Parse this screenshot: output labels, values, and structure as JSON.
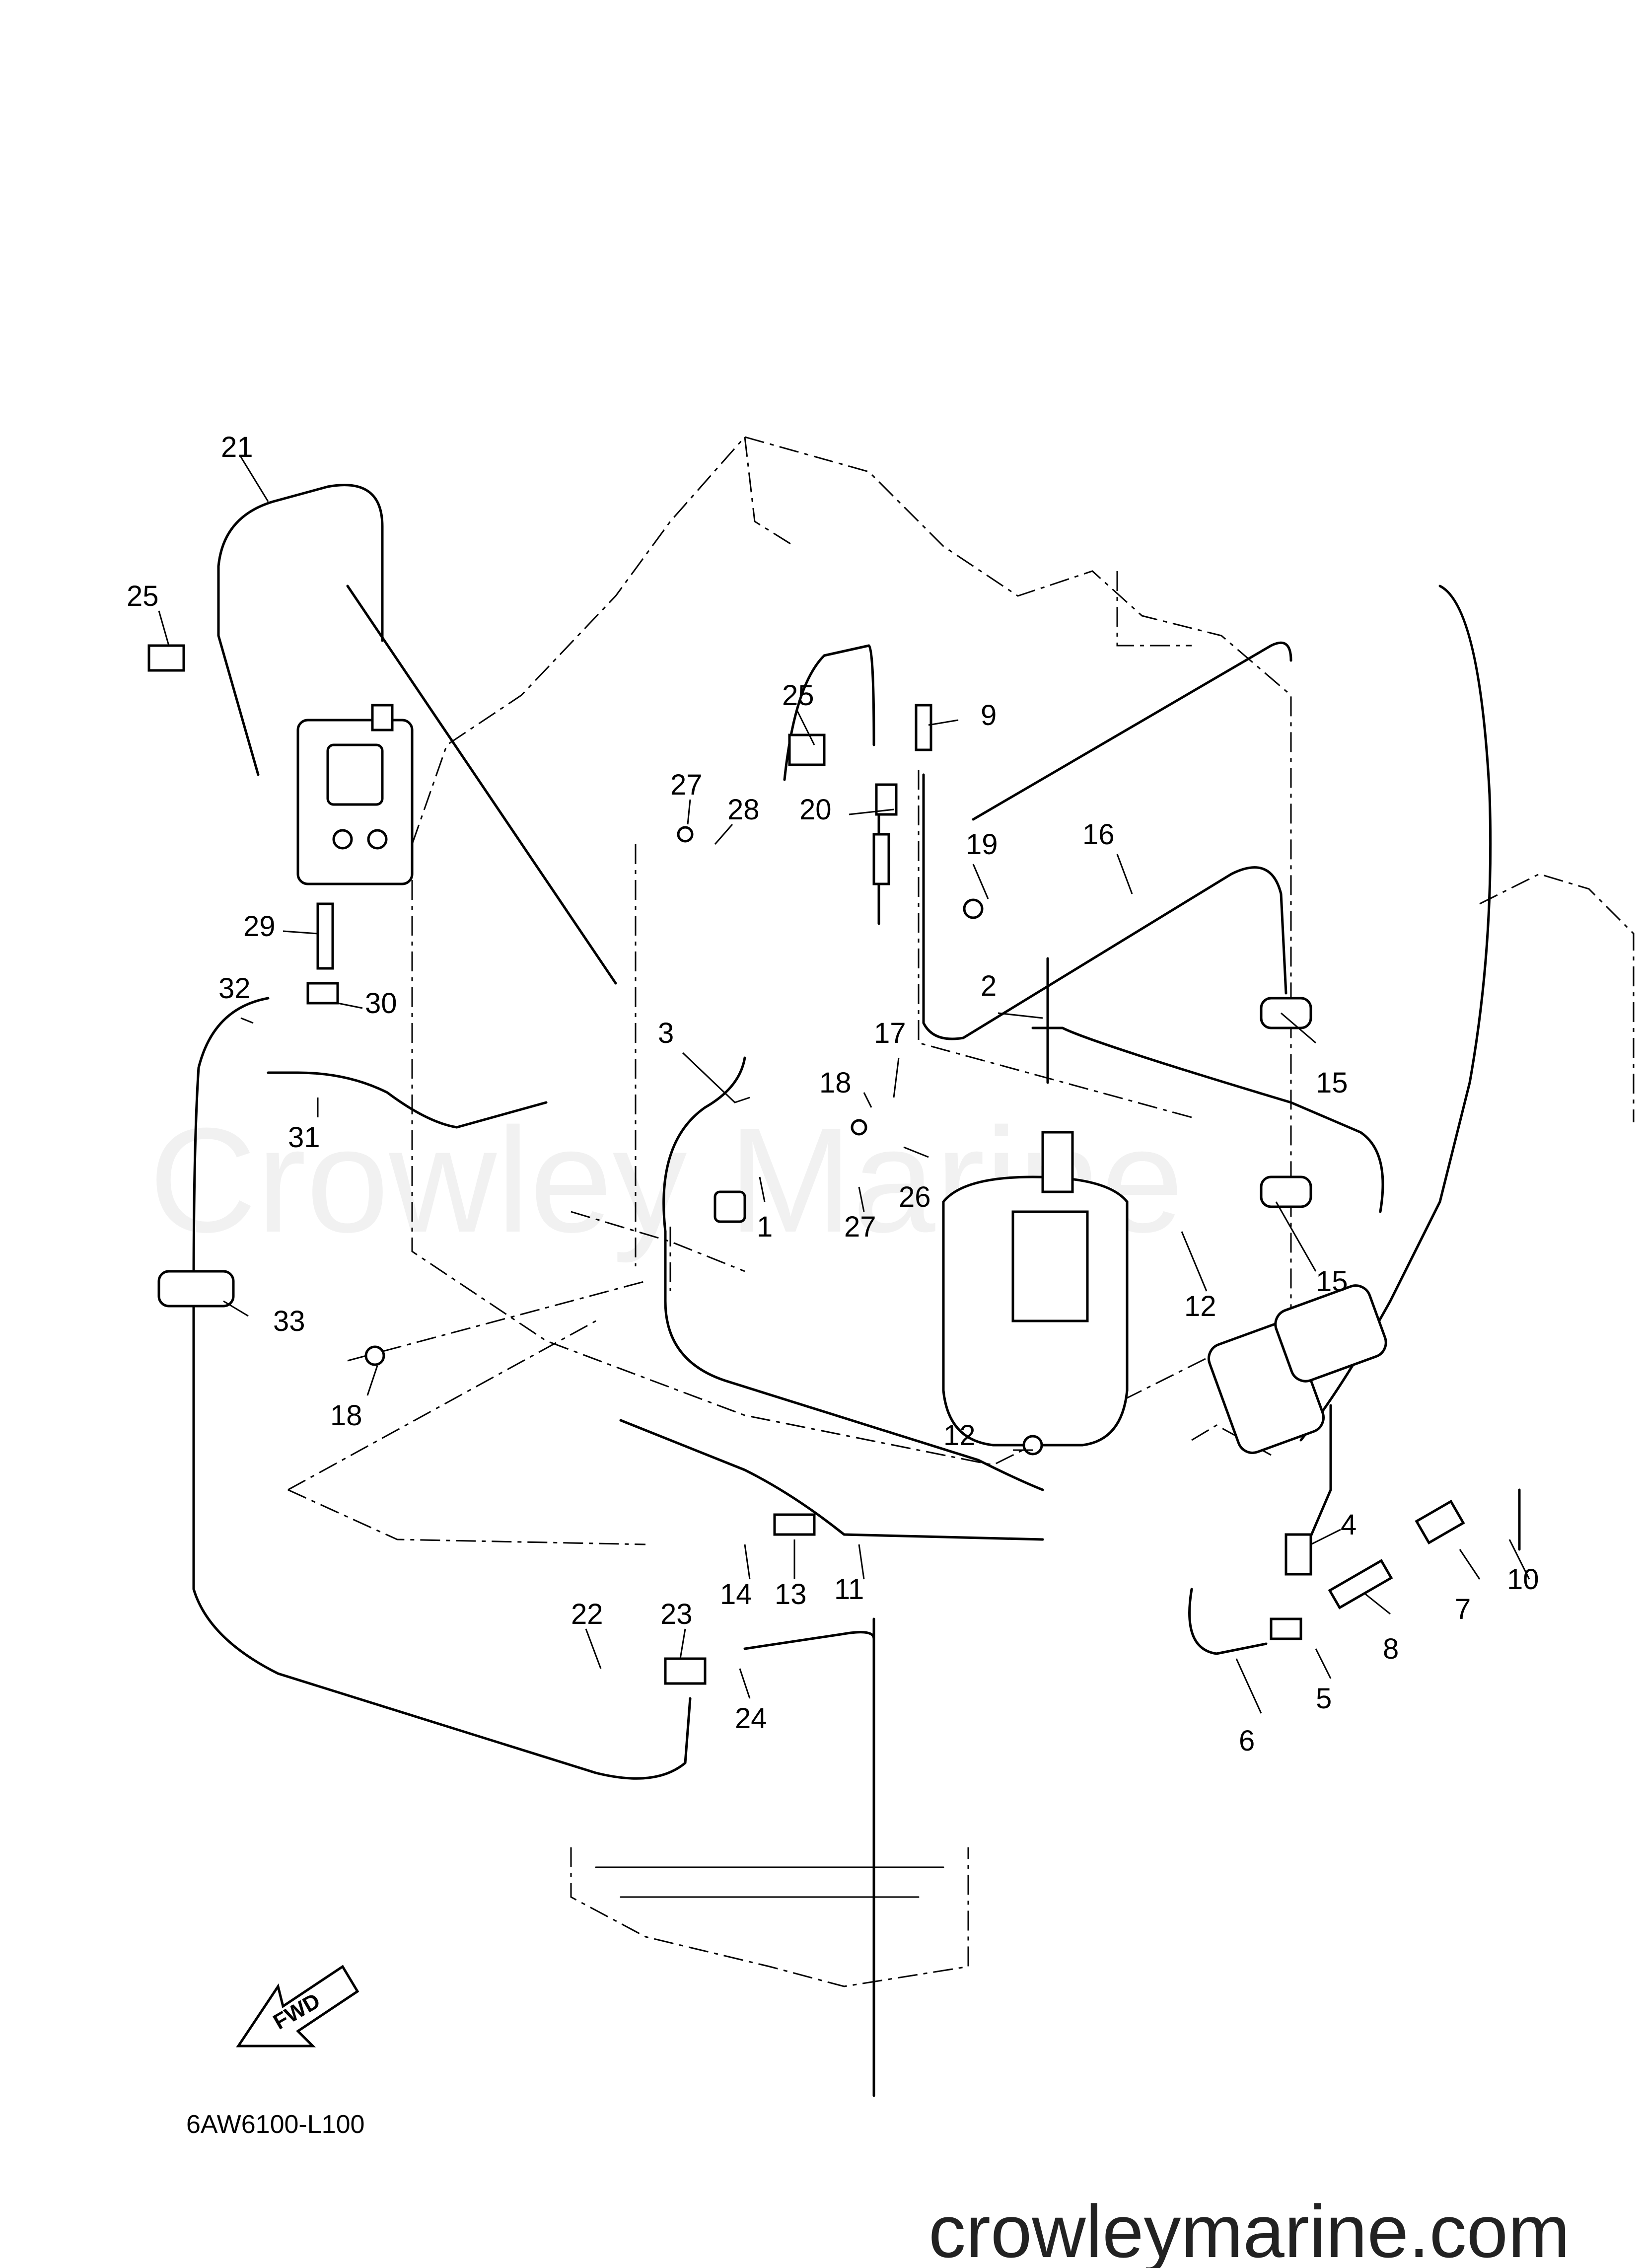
{
  "callouts": [
    "1",
    "2",
    "3",
    "4",
    "5",
    "6",
    "7",
    "8",
    "9",
    "10",
    "11",
    "12",
    "12",
    "13",
    "14",
    "15",
    "15",
    "16",
    "17",
    "18",
    "18",
    "19",
    "20",
    "21",
    "22",
    "23",
    "24",
    "25",
    "25",
    "26",
    "27",
    "27",
    "28",
    "29",
    "30",
    "31",
    "32",
    "33"
  ],
  "diagram_code": "6AW6100-L100",
  "fwd_label": "FWD",
  "watermark_center": "Crowley Marine",
  "watermark_bottom": "crowleymarine.com"
}
